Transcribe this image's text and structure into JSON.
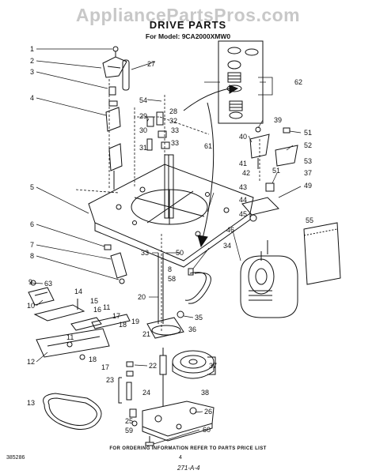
{
  "header": {
    "watermark": "AppliancePartsPros.com",
    "title": "DRIVE PARTS",
    "subtitle": "For Model: 9CA2000XMW0"
  },
  "parts": {
    "p1": "1",
    "p2": "2",
    "p3": "3",
    "p4": "4",
    "p5": "5",
    "p6": "6",
    "p7": "7",
    "p8": "8",
    "p9": "9",
    "p10": "10",
    "p11": "11",
    "p12": "12",
    "p13": "13",
    "p14": "14",
    "p15": "15",
    "p16": "16",
    "p17": "17",
    "p18": "18",
    "p19": "19",
    "p20": "20",
    "p21": "21",
    "p22": "22",
    "p23": "23",
    "p24": "24",
    "p25": "25",
    "p26": "26",
    "p27": "27",
    "p28": "28",
    "p29": "29",
    "p30": "30",
    "p31": "31",
    "p32": "32",
    "p33": "33",
    "p34": "34",
    "p35": "35",
    "p36": "36",
    "p37": "37",
    "p38": "38",
    "p39": "39",
    "p40": "40",
    "p41": "41",
    "p42": "42",
    "p43": "43",
    "p44": "44",
    "p45": "45",
    "p46": "46",
    "p49": "49",
    "p50": "50",
    "p51": "51",
    "p52": "52",
    "p53": "53",
    "p54": "54",
    "p55": "55",
    "p58": "58",
    "p59": "59",
    "p60": "60",
    "p61": "61",
    "p62": "62",
    "p63": "63"
  },
  "footer": {
    "note": "FOR ORDERING INFORMATION REFER TO PARTS PRICE LIST",
    "left_code": "385286",
    "page_number": "4",
    "handwritten_code": "271-A-4"
  },
  "colors": {
    "ink": "#111111",
    "watermark": "#c8c8c8",
    "background": "#ffffff"
  }
}
